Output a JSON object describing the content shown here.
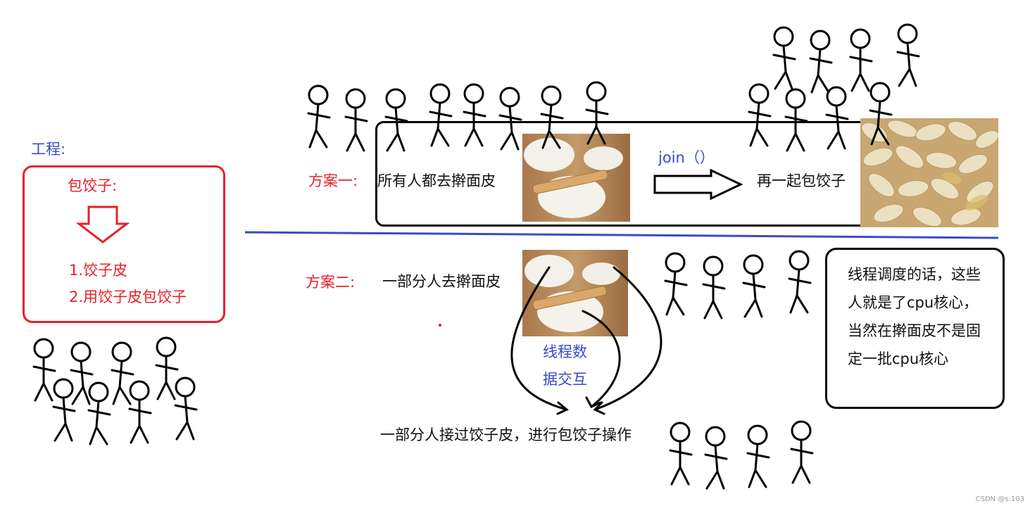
{
  "project": {
    "label": "工程:",
    "title": "包饺子:",
    "steps": [
      "1.饺子皮",
      "2.用饺子皮包饺子"
    ]
  },
  "plan1": {
    "label": "方案一:",
    "text": "所有人都去擀面皮",
    "join": "join（）",
    "next": "再一起包饺子"
  },
  "plan2": {
    "label": "方案二:",
    "text": "一部分人去擀面皮",
    "exchange": [
      "线程数",
      "据交互"
    ],
    "bottom": "一部分人接过饺子皮，进行包饺子操作"
  },
  "note": {
    "text": "线程调度的话，这些人就是了cpu核心，当然在擀面皮不是固定一批cpu核心"
  },
  "watermark": "CSDN @s:103",
  "colors": {
    "red": "#e8202a",
    "blue": "#3a4bc8",
    "black": "#000000"
  },
  "icons": {
    "figure": "stick-figure-icon",
    "arrow": "arrow-icon"
  }
}
